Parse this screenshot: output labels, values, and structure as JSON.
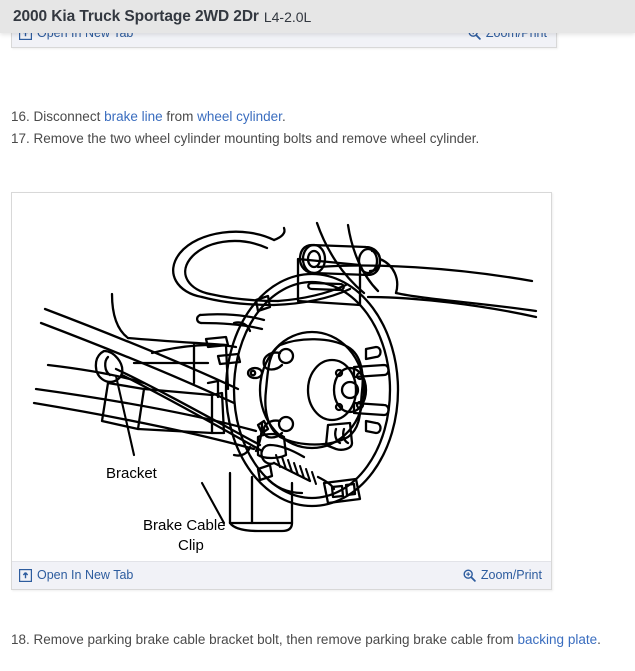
{
  "header": {
    "vehicle_title": "2000 Kia Truck Sportage 2WD 2Dr",
    "engine": "L4-2.0L",
    "background_color": "#e6e6e6"
  },
  "colors": {
    "link_blue": "#3a6dbf",
    "toolbar_link_blue": "#2d5c9e",
    "body_text": "#4a4a4a",
    "panel_border": "#d8d8d8",
    "toolbar_background": "#f1f2f7"
  },
  "figure_top": {
    "toolbar": {
      "open_in_new_tab": {
        "label": "Open In New Tab",
        "icon": "open-in-new-tab-icon"
      },
      "zoom_print": {
        "label": "Zoom/Print",
        "icon": "magnifier-plus-icon"
      }
    }
  },
  "figure_main": {
    "toolbar": {
      "open_in_new_tab": {
        "label": "Open In New Tab",
        "icon": "open-in-new-tab-icon"
      },
      "zoom_print": {
        "label": "Zoom/Print",
        "icon": "magnifier-plus-icon"
      }
    },
    "diagram": {
      "callouts": [
        {
          "label": "Bracket"
        },
        {
          "label_line_1": "Brake Cable",
          "label_line_2": "Clip"
        }
      ]
    }
  },
  "steps": [
    {
      "number": "16.",
      "text_1": " Disconnect ",
      "link_1": "brake line",
      "text_2": " from ",
      "link_2": "wheel cylinder",
      "text_3": "."
    },
    {
      "number": "17.",
      "text_1": " Remove the two wheel cylinder mounting bolts and remove wheel cylinder."
    },
    {
      "number": "18.",
      "text_1": " Remove parking brake cable bracket bolt, then remove parking brake cable from ",
      "link_1": "backing plate",
      "text_3": "."
    }
  ]
}
